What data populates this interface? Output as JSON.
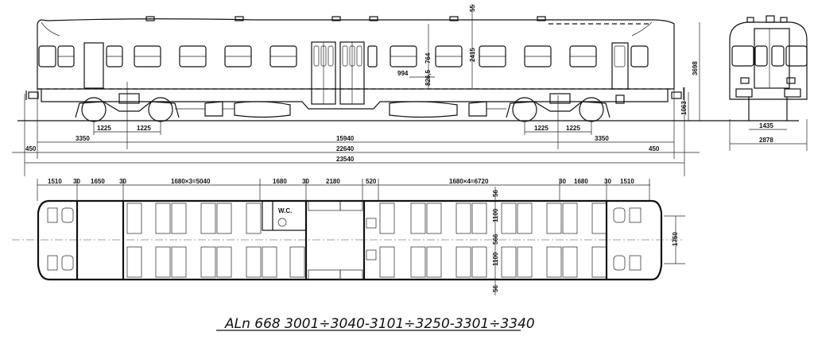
{
  "title": "ALn 668 3001÷3040-3101÷3250-3301÷3340",
  "side_view": {
    "bogie_half_spacing_left": [
      "1225",
      "1225"
    ],
    "bogie_half_spacing_right": [
      "1225",
      "1225"
    ],
    "overhang_left": "3350",
    "overhang_right": "3350",
    "bogie_centers": "15940",
    "length_over_body": "22640",
    "length_over_buffers": "23540",
    "buffer_left": "450",
    "buffer_right": "450",
    "window_width": "994",
    "window_height": "764",
    "sill_height": "826,5",
    "body_height": "2415",
    "roof_offset": "55",
    "total_height": "3698",
    "floor_height": "1063"
  },
  "end_view": {
    "gauge": "1435",
    "width": "2878"
  },
  "plan_view": {
    "top_dims": [
      "1510",
      "30",
      "1650",
      "30",
      "1680×3=5040",
      "1680",
      "30",
      "2180",
      "520",
      "1680×4=6720",
      "30",
      "1680",
      "30",
      "1510"
    ],
    "wc_label": "W.C.",
    "cross_dims": [
      "56",
      "1100",
      "566",
      "1100",
      "56"
    ],
    "cab_dim": "1750"
  }
}
